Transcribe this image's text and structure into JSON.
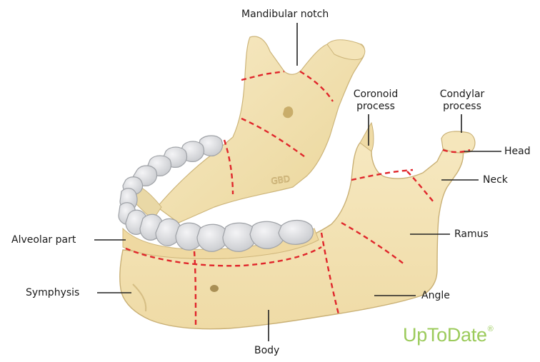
{
  "diagram": {
    "labels": {
      "mandibular_notch": "Mandibular notch",
      "coronoid_process": "Coronoid\nprocess",
      "condylar_process": "Condylar\nprocess",
      "head": "Head",
      "neck": "Neck",
      "ramus": "Ramus",
      "angle": "Angle",
      "alveolar_part": "Alveolar part",
      "symphysis": "Symphysis",
      "body": "Body"
    },
    "engraving": "GBD",
    "colors": {
      "bone": "#f3e2b4",
      "bone_dark": "#e2cc90",
      "tooth": "#dfe0e3",
      "tooth_shadow": "#b7b9bd",
      "dashed_line": "#e0262b",
      "leader_line": "#222222",
      "watermark": "#9ccb5c"
    }
  },
  "watermark": {
    "text": "UpToDate",
    "mark": "®"
  }
}
